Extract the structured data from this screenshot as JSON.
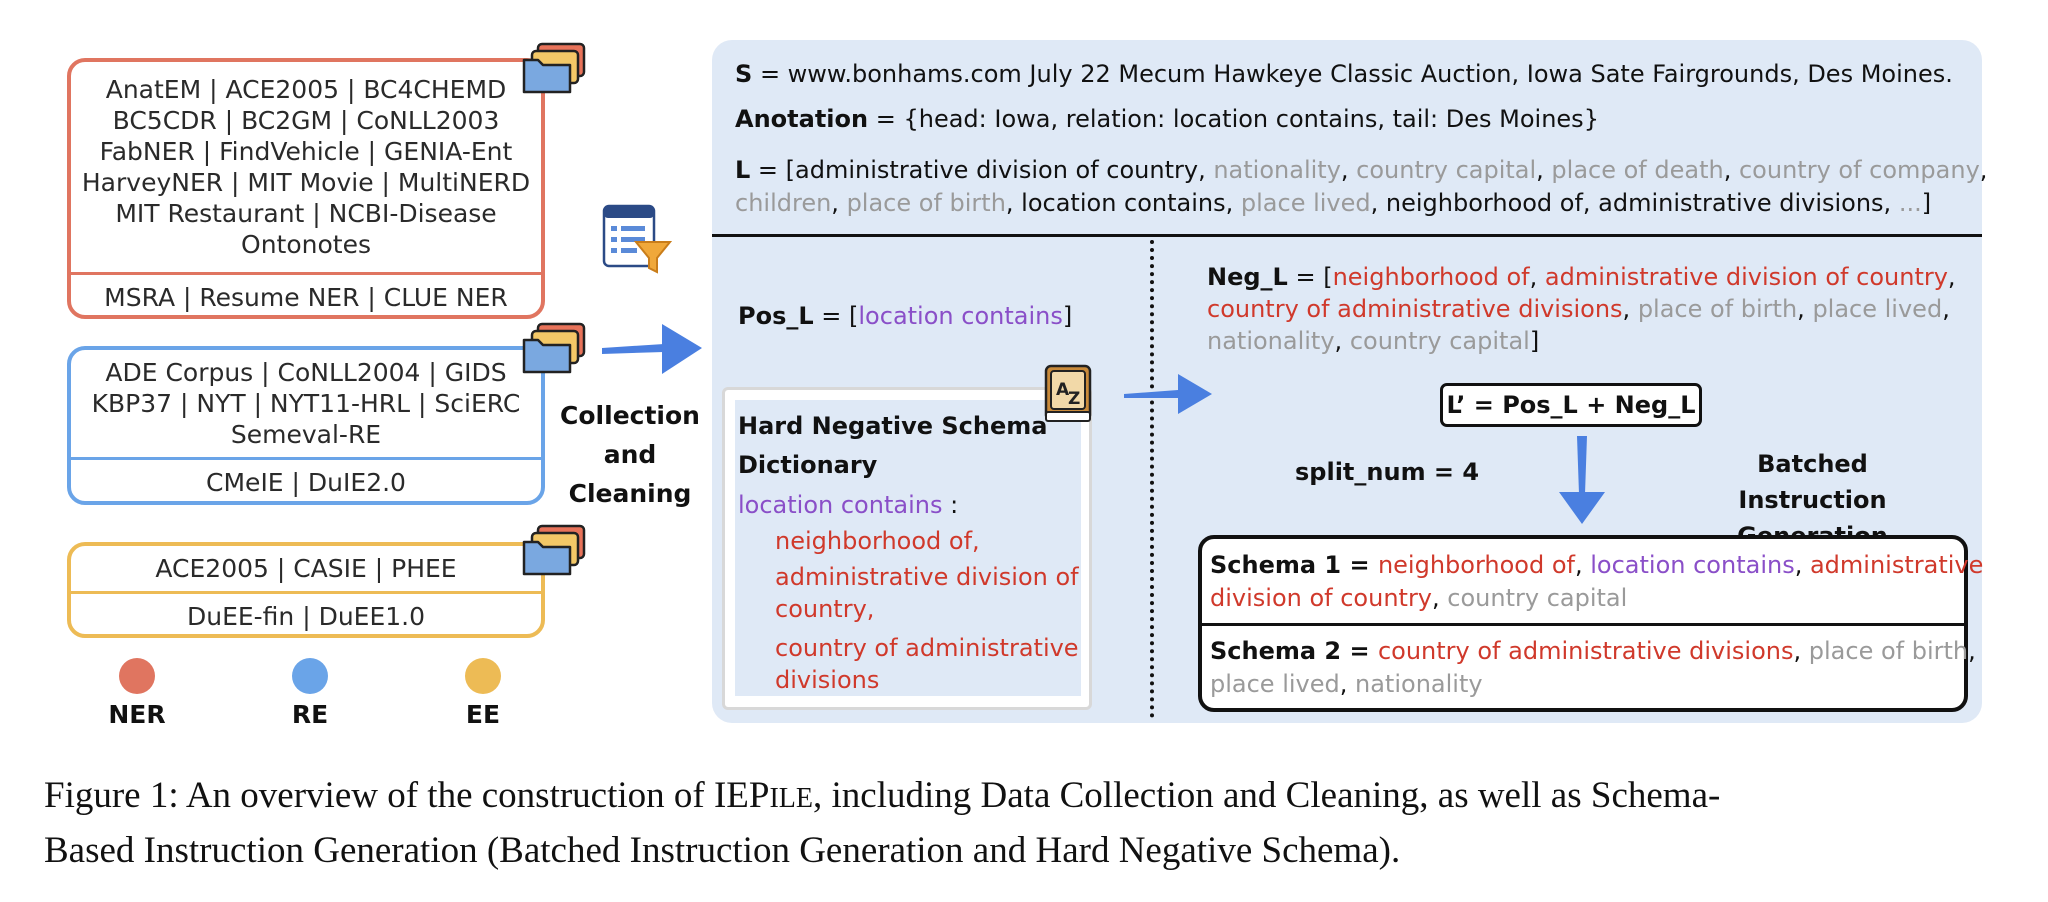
{
  "datasets": {
    "ner_top": [
      "AnatEM | ACE2005 | BC4CHEMD",
      "BC5CDR | BC2GM | CoNLL2003",
      "FabNER | FindVehicle | GENIA-Ent",
      "HarveyNER | MIT Movie | MultiNERD",
      "MIT Restaurant | NCBI-Disease",
      "Ontonotes"
    ],
    "ner_bottom": "MSRA | Resume NER | CLUE NER",
    "re_top": [
      "ADE Corpus | CoNLL2004 | GIDS",
      "KBP37 | NYT | NYT11-HRL | SciERC",
      "Semeval-RE"
    ],
    "re_bottom": "CMeIE | DuIE2.0",
    "ee_top": "ACE2005 | CASIE | PHEE",
    "ee_bottom": "DuEE-fin | DuEE1.0"
  },
  "legend": [
    {
      "label": "NER",
      "color": "#e07560"
    },
    {
      "label": "RE",
      "color": "#6aa4e8"
    },
    {
      "label": "EE",
      "color": "#edbb55"
    }
  ],
  "collection": [
    "Collection",
    "and",
    "Cleaning"
  ],
  "sentence": {
    "prefix": "S",
    "text": "= www.bonhams.com July 22 Mecum Hawkeye Classic Auction, Iowa Sate Fairgrounds, Des Moines."
  },
  "annotation": {
    "prefix": "Anotation",
    "text": "= {head: Iowa, relation: location contains, tail: Des Moines}"
  },
  "label_list": {
    "prefix": "L",
    "eq_bracket": " = [",
    "line1": [
      {
        "t": "administrative division of country",
        "c": "dark"
      },
      {
        "t": ", ",
        "c": "dark"
      },
      {
        "t": "nationality",
        "c": "gray"
      },
      {
        "t": ", ",
        "c": "dark"
      },
      {
        "t": "country capital",
        "c": "gray"
      },
      {
        "t": ", ",
        "c": "dark"
      },
      {
        "t": "place of death",
        "c": "gray"
      },
      {
        "t": ", ",
        "c": "dark"
      },
      {
        "t": "country of company",
        "c": "gray"
      },
      {
        "t": ",",
        "c": "dark"
      }
    ],
    "line2": [
      {
        "t": "children",
        "c": "gray"
      },
      {
        "t": ", ",
        "c": "dark"
      },
      {
        "t": "place of birth",
        "c": "gray"
      },
      {
        "t": ", location contains, ",
        "c": "dark"
      },
      {
        "t": "place lived",
        "c": "gray"
      },
      {
        "t": ", neighborhood of, administrative divisions, ",
        "c": "dark"
      },
      {
        "t": "...",
        "c": "gray"
      },
      {
        "t": "]",
        "c": "dark"
      }
    ]
  },
  "pos_l": {
    "prefix": "Pos_L",
    "eq": " = [",
    "item": "location contains",
    "close": "]"
  },
  "dictionary": {
    "title1": "Hard Negative Schema",
    "title2": "Dictionary",
    "key": "location contains",
    "colon": " :",
    "items": [
      "neighborhood of,",
      "administrative division of",
      "country,",
      "country of administrative",
      "divisions"
    ]
  },
  "neg_l": {
    "prefix": "Neg_L",
    "eq": " = [",
    "line1": [
      {
        "t": "neighborhood of",
        "c": "red"
      },
      {
        "t": ", ",
        "c": "dark"
      },
      {
        "t": "administrative division of country",
        "c": "red"
      },
      {
        "t": ",",
        "c": "dark"
      }
    ],
    "line2": [
      {
        "t": "country of administrative divisions",
        "c": "red"
      },
      {
        "t": ", ",
        "c": "dark"
      },
      {
        "t": "place of birth",
        "c": "gray"
      },
      {
        "t": ", ",
        "c": "dark"
      },
      {
        "t": "place lived",
        "c": "gray"
      },
      {
        "t": ",",
        "c": "dark"
      }
    ],
    "line3": [
      {
        "t": "nationality",
        "c": "gray"
      },
      {
        "t": ", ",
        "c": "dark"
      },
      {
        "t": "country capital",
        "c": "gray"
      },
      {
        "t": "]",
        "c": "dark"
      }
    ]
  },
  "formula": "L’ = Pos_L + Neg_L",
  "split_num": "split_num = 4",
  "batched": [
    "Batched Instruction",
    "Generation"
  ],
  "schema1": {
    "prefix": "Schema 1 = ",
    "line1": [
      {
        "t": "neighborhood of",
        "c": "red"
      },
      {
        "t": ", ",
        "c": "dark"
      },
      {
        "t": "location contains",
        "c": "purple"
      },
      {
        "t": ", ",
        "c": "dark"
      },
      {
        "t": "administrative",
        "c": "red"
      }
    ],
    "line2": [
      {
        "t": "division of country",
        "c": "red"
      },
      {
        "t": ", ",
        "c": "dark"
      },
      {
        "t": "country capital",
        "c": "gray"
      }
    ]
  },
  "schema2": {
    "prefix": "Schema 2 = ",
    "line1": [
      {
        "t": "country of administrative divisions",
        "c": "red"
      },
      {
        "t": ", ",
        "c": "dark"
      },
      {
        "t": "place of birth",
        "c": "gray"
      },
      {
        "t": ",",
        "c": "dark"
      }
    ],
    "line2": [
      {
        "t": "place lived",
        "c": "gray"
      },
      {
        "t": ", ",
        "c": "dark"
      },
      {
        "t": "nationality",
        "c": "gray"
      }
    ]
  },
  "caption": {
    "line1": "Figure 1: An overview of the construction of IEP",
    "smallcaps": "ILE",
    "line1_rest": ", including Data Collection and Cleaning, as well as Schema-",
    "line2": "Based Instruction Generation (Batched Instruction Generation and Hard Negative Schema)."
  }
}
